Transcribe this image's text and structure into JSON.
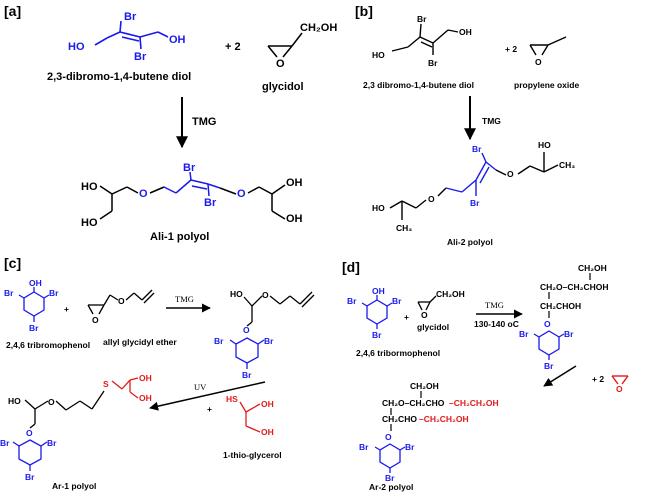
{
  "panels": {
    "a": {
      "label": "[a]",
      "reactant1_name": "2,3-dibromo-1,4-butene diol",
      "reactant2_name": "glycidol",
      "plus_coef": "+ 2",
      "catalyst": "TMG",
      "product_name": "Ali-1 polyol",
      "atoms": {
        "ho": "HO",
        "oh": "OH",
        "br": "Br",
        "o": "O",
        "ch2oh": "CH₂OH"
      }
    },
    "b": {
      "label": "[b]",
      "reactant1_name": "2,3 dibromo-1,4-butene diol",
      "reactant2_name": "propylene oxide",
      "plus_coef": "+ 2",
      "catalyst": "TMG",
      "product_name": "Ali-2 polyol",
      "atoms": {
        "ho": "HO",
        "oh": "OH",
        "br": "Br",
        "o": "O",
        "ch3": "CH₃"
      }
    },
    "c": {
      "label": "[c]",
      "reactant1_name": "2,4,6 tribromophenol",
      "reactant2_name": "allyl glycidyl ether",
      "catalyst": "TMG",
      "uv": "UV",
      "thiol_name": "1-thio-glycerol",
      "product_name": "Ar-1 polyol",
      "plus": "+",
      "atoms": {
        "oh": "OH",
        "br": "Br",
        "o": "O",
        "ho": "HO",
        "s": "S",
        "hs": "HS"
      }
    },
    "d": {
      "label": "[d]",
      "reactant1_name": "2,4,6 tribormophenol",
      "reactant2_name": "glycidol",
      "catalyst": "TMG",
      "conditions": "130-140 oC",
      "plus_coef": "+ 2",
      "product_name": "Ar-2 polyol",
      "plus": "+",
      "atoms": {
        "oh": "OH",
        "br": "Br",
        "o": "O",
        "ch2oh": "CH₂OH"
      },
      "int_chain1": "CH₂OH",
      "int_chain2": "CH₂O–CH₂CHOH",
      "int_chain3": "CH₂CHOH",
      "prod_chain1": "CH₂OH",
      "prod_chain2": "CH₂O–CH₂CHO",
      "prod_chain2_red": "–CH₂CH₂OH",
      "prod_chain3": "CH₂CHO",
      "prod_chain3_red": "–CH₂CH₂OH"
    }
  },
  "colors": {
    "blue": "#1a1aee",
    "red": "#e21b1b",
    "black": "#000000"
  }
}
